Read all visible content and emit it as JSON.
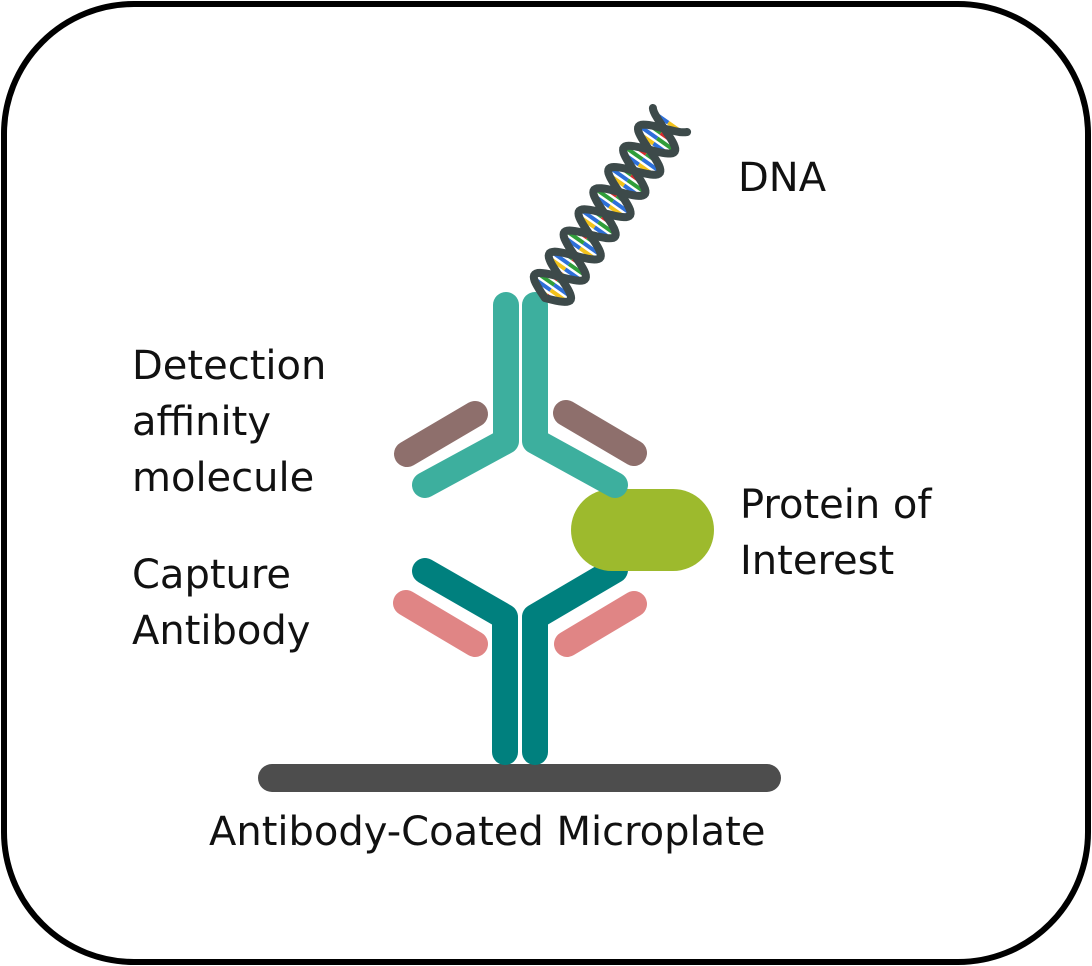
{
  "labels": {
    "dna": "DNA",
    "detection": [
      "Detection",
      "affinity",
      "molecule"
    ],
    "protein": [
      "Protein of",
      "Interest"
    ],
    "capture": [
      "Capture",
      "Antibody"
    ],
    "plate": "Antibody-Coated Microplate"
  },
  "colors": {
    "frame": "#000000",
    "detection_antibody": "#3daf9e",
    "detection_light_chain": "#8e6f6c",
    "capture_antibody": "#00807e",
    "capture_light_chain": "#e08585",
    "protein": "#9dba2d",
    "plate": "#4d4d4d",
    "dna_backbone": "#3d4a4a",
    "dna_bases": [
      "#d92b2b",
      "#f2c21b",
      "#2d6fd9",
      "#2f9e3a"
    ]
  }
}
